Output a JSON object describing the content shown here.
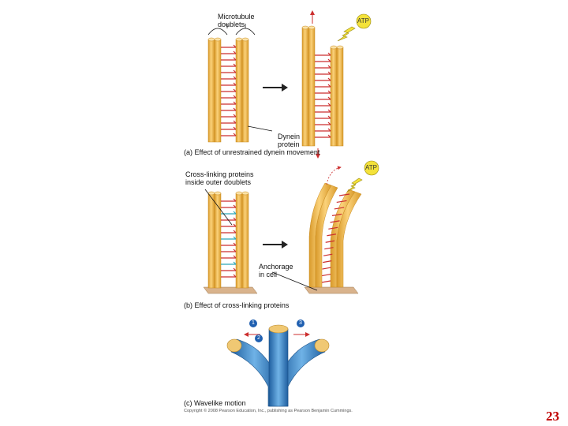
{
  "labels": {
    "microtubule_doublets": [
      "Microtubule",
      "doublets"
    ],
    "atp": "ATP",
    "dynein_protein": [
      "Dynein",
      "protein"
    ],
    "cross_linking": [
      "Cross-linking proteins",
      "inside outer doublets"
    ],
    "anchorage": [
      "Anchorage",
      "in cell"
    ]
  },
  "captions": {
    "a": "(a) Effect of unrestrained dynein movement",
    "b": "(b) Effect of cross-linking proteins",
    "c": "(c) Wavelike motion"
  },
  "steps": [
    "1",
    "2",
    "3"
  ],
  "copyright": "Copyright © 2008 Pearson Education, Inc., publishing as Pearson Benjamin Cummings.",
  "page_number": "23",
  "colors": {
    "tubule": "#f2b84a",
    "tubule_edge": "#c98a1e",
    "dynein": "#cc2e2e",
    "crosslink": "#2aa7b8",
    "base": "#d9b38c",
    "cilium_blue": "#3b86c6",
    "page_number": "#c00000"
  }
}
